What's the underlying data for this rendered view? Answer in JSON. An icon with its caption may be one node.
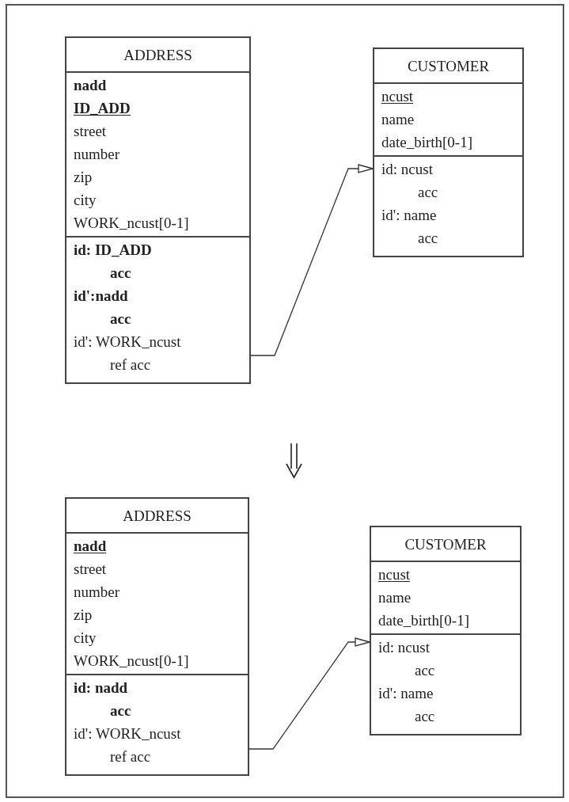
{
  "diagram": {
    "nodes": [
      {
        "text": [
          "ADDRESS",
          "nadd",
          "ID_ADD",
          "street",
          "number",
          "zip",
          "city",
          "WORK_ncust[0-1]",
          "id: ID_ADD",
          "acc",
          "id':nadd",
          "acc",
          "id': WORK_ncust",
          "ref acc"
        ]
      },
      {
        "text": [
          "CUSTOMER",
          "ncust",
          "name",
          "date_birth[0-1]",
          "id: ncust",
          "acc",
          "id': name",
          "acc"
        ]
      },
      {
        "text": [
          "ADDRESS",
          "nadd",
          "street",
          "number",
          "zip",
          "city",
          "WORK_ncust[0-1]",
          "id: nadd",
          "acc",
          "id': WORK_ncust",
          "ref acc"
        ]
      },
      {
        "text": [
          "CUSTOMER",
          "ncust",
          "name",
          "date_birth[0-1]",
          "id: ncust",
          "acc",
          "id': name",
          "acc"
        ]
      }
    ],
    "edges": [
      {
        "from": 0,
        "to": 1,
        "arrow": "to"
      },
      {
        "from": 2,
        "to": 3,
        "arrow": "to"
      }
    ]
  }
}
